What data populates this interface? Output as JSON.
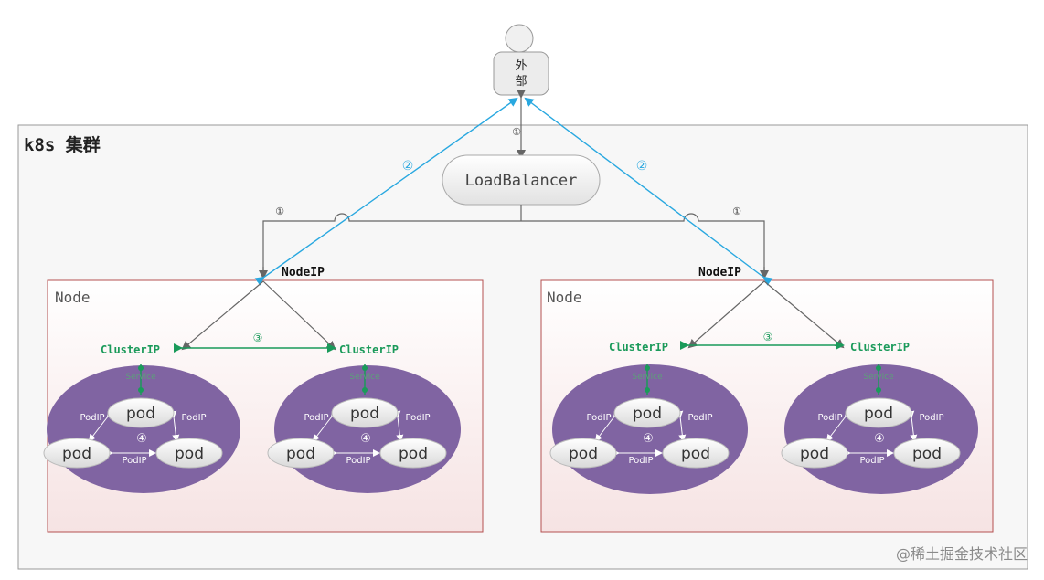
{
  "external": {
    "label_line1": "外",
    "label_line2": "部"
  },
  "cluster": {
    "title": "k8s 集群"
  },
  "load_balancer": {
    "label": "LoadBalancer"
  },
  "markers": {
    "one": "①",
    "two": "②",
    "three": "③",
    "four": "④"
  },
  "node_ip_label": "NodeIP",
  "nodes": [
    {
      "label": "Node",
      "cluster_ip_left": "ClusterIP",
      "cluster_ip_right": "ClusterIP"
    },
    {
      "label": "Node",
      "cluster_ip_left": "ClusterIP",
      "cluster_ip_right": "ClusterIP"
    }
  ],
  "service_label": "Service",
  "pod_label": "pod",
  "pod_ip_label": "PodIP",
  "watermark": "@稀土掘金技术社区",
  "colors": {
    "cluster_ip_green": "#1a9a5a",
    "external_blue": "#29a8e0",
    "ellipse_purple": "#8064a2",
    "node_border": "#b45050"
  }
}
